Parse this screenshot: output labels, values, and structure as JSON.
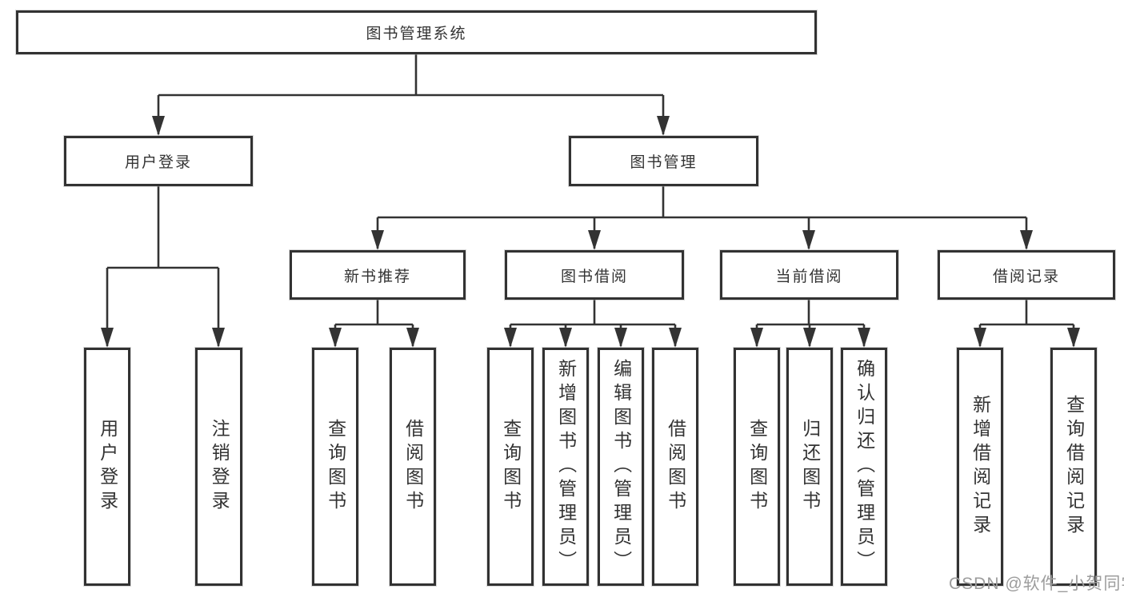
{
  "tree": {
    "root": {
      "label": "图书管理系统"
    },
    "children": [
      {
        "label": "用户登录",
        "children": [
          {
            "label": "用户登录"
          },
          {
            "label": "注销登录"
          }
        ]
      },
      {
        "label": "图书管理",
        "children": [
          {
            "label": "新书推荐",
            "children": [
              {
                "label": "查询图书"
              },
              {
                "label": "借阅图书"
              }
            ]
          },
          {
            "label": "图书借阅",
            "children": [
              {
                "label": "查询图书"
              },
              {
                "label": "新增图书（管理员）"
              },
              {
                "label": "编辑图书（管理员）"
              },
              {
                "label": "借阅图书"
              }
            ]
          },
          {
            "label": "当前借阅",
            "children": [
              {
                "label": "查询图书"
              },
              {
                "label": "归还图书"
              },
              {
                "label": "确认归还（管理员）"
              }
            ]
          },
          {
            "label": "借阅记录",
            "children": [
              {
                "label": "新增借阅记录"
              },
              {
                "label": "查询借阅记录"
              }
            ]
          }
        ]
      }
    ]
  },
  "watermark": {
    "text": "CSDN @软件_小贺同学"
  },
  "colors": {
    "line": "#333333",
    "node_border": "#323232",
    "node_fill": "#ffffff",
    "text": "#333333",
    "watermark": "#9c9c9c",
    "background": "#ffffff"
  }
}
